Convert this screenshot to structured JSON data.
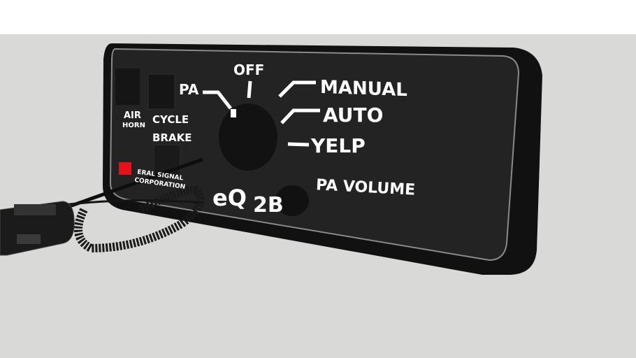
{
  "panel": {
    "switches": {
      "air_horn_line1": "AIR",
      "air_horn_line2": "HORN",
      "cycle_brake_line1": "CYCLE",
      "cycle_brake_line2": "BRAKE"
    },
    "selector_positions": {
      "pa": "PA",
      "off": "OFF",
      "manual": "MANUAL",
      "auto": "AUTO",
      "yelp": "YELP"
    },
    "brand_line1": "ERAL SIGNAL",
    "brand_line2": "CORPORATION",
    "model_prefix": "eQ",
    "model_suffix": "2B",
    "volume_label": "PA VOLUME"
  },
  "colors": {
    "panel": "#1c1c1c",
    "background": "#d9d9d7",
    "logo": "#e0141a",
    "text": "#ffffff"
  }
}
